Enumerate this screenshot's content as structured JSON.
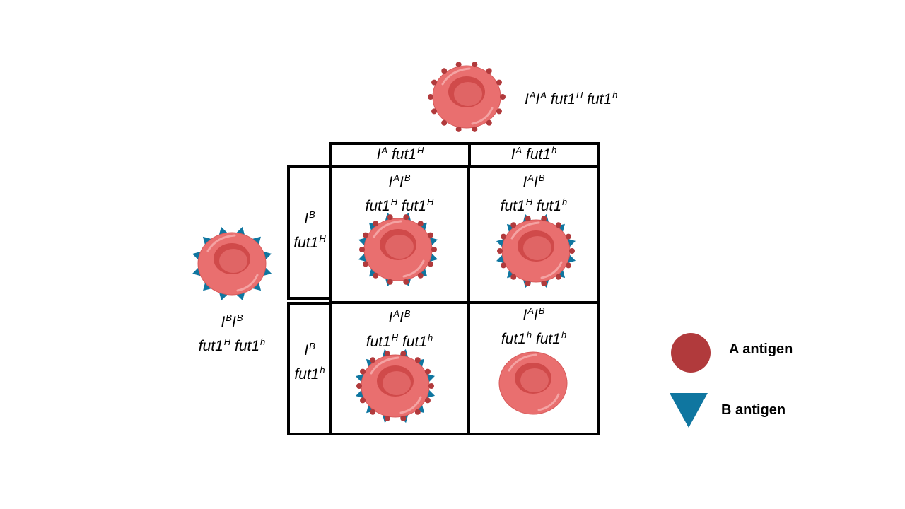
{
  "parents": {
    "top": {
      "genotype": [
        {
          "base": "I",
          "sup": "A"
        },
        {
          "base": "I",
          "sup": "A"
        },
        {
          "base": " fut1",
          "sup": "H"
        },
        {
          "base": " fut1",
          "sup": "h"
        }
      ],
      "antigens": [
        "A"
      ]
    },
    "left": {
      "genotype_line1": [
        {
          "base": "I",
          "sup": "B"
        },
        {
          "base": "I",
          "sup": "B"
        }
      ],
      "genotype_line2": [
        {
          "base": "fut1",
          "sup": "H"
        },
        {
          "base": " fut1",
          "sup": "h"
        }
      ],
      "antigens": [
        "B"
      ]
    }
  },
  "punnett": {
    "col_headers": [
      [
        {
          "base": "I",
          "sup": "A"
        },
        {
          "base": " fut1",
          "sup": "H"
        }
      ],
      [
        {
          "base": "I",
          "sup": "A"
        },
        {
          "base": " fut1",
          "sup": "h"
        }
      ]
    ],
    "row_headers": [
      {
        "line1": [
          {
            "base": "I",
            "sup": "B"
          }
        ],
        "line2": [
          {
            "base": "fut1",
            "sup": "H"
          }
        ]
      },
      {
        "line1": [
          {
            "base": "I",
            "sup": "B"
          }
        ],
        "line2": [
          {
            "base": "fut1",
            "sup": "h"
          }
        ]
      }
    ],
    "cells": [
      {
        "line1": [
          {
            "base": "I",
            "sup": "A"
          },
          {
            "base": "I",
            "sup": "B"
          }
        ],
        "line2": [
          {
            "base": "fut1",
            "sup": "H"
          },
          {
            "base": " fut1",
            "sup": "H"
          }
        ],
        "antigens": [
          "A",
          "B"
        ]
      },
      {
        "line1": [
          {
            "base": "I",
            "sup": "A"
          },
          {
            "base": "I",
            "sup": "B"
          }
        ],
        "line2": [
          {
            "base": "fut1",
            "sup": "H"
          },
          {
            "base": " fut1",
            "sup": "h"
          }
        ],
        "antigens": [
          "A",
          "B"
        ]
      },
      {
        "line1": [
          {
            "base": "I",
            "sup": "A"
          },
          {
            "base": "I",
            "sup": "B"
          }
        ],
        "line2": [
          {
            "base": "fut1",
            "sup": "H"
          },
          {
            "base": " fut1",
            "sup": "h"
          }
        ],
        "antigens": [
          "A",
          "B"
        ]
      },
      {
        "line1": [
          {
            "base": "I",
            "sup": "A"
          },
          {
            "base": "I",
            "sup": "B"
          }
        ],
        "line2": [
          {
            "base": "fut1",
            "sup": "h"
          },
          {
            "base": " fut1",
            "sup": "h"
          }
        ],
        "antigens": []
      }
    ]
  },
  "legend": {
    "a_antigen_label": "A antigen",
    "b_antigen_label": "B antigen"
  },
  "colors": {
    "cell_fill": "#e96f6f",
    "cell_center": "#e06565",
    "cell_ring": "#d04a4a",
    "a_antigen": "#b13a3c",
    "b_antigen": "#0f76a0",
    "grid": "#000000"
  }
}
